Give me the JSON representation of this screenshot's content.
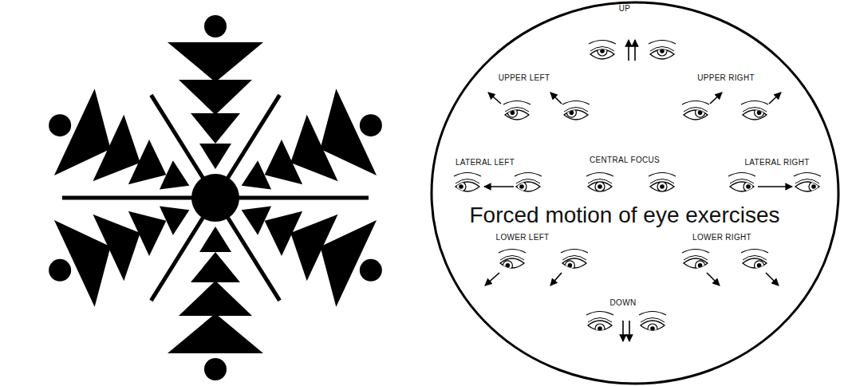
{
  "diagram": {
    "nodes": [
      {
        "text": [
          "UP",
          "UPPER LEFT",
          "UPPER RIGHT",
          "LATERAL LEFT",
          "CENTRAL FOCUS",
          "LATERAL RIGHT",
          "Forced motion of eye exercises",
          "LOWER LEFT",
          "LOWER RIGHT",
          "DOWN"
        ]
      }
    ]
  }
}
